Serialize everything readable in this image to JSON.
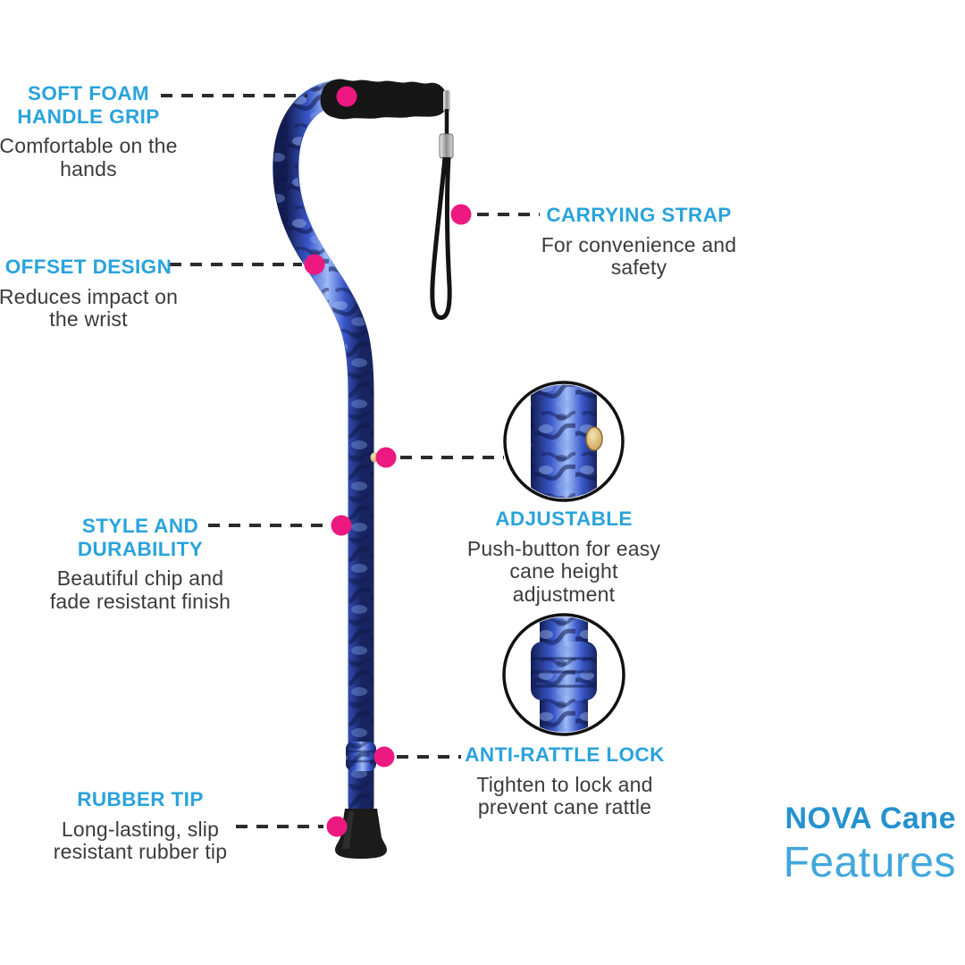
{
  "page": {
    "background": "#ffffff"
  },
  "colors": {
    "accent_blue": "#29A3DC",
    "brand_blue": "#2592CF",
    "brand_light_blue": "#41A7DC",
    "body_text": "#3B3B3D",
    "callout_dot_pink": "#EC1981",
    "cane_navy": "#15205C",
    "cane_royal_blue": "#3A57C9",
    "cane_highlight": "#9FBCF7",
    "handle_black": "#161616",
    "button_gold": "#D9B66F"
  },
  "icons": {
    "callout_dot": "pink-circle-marker",
    "magnifier": "zoom-detail-circle"
  },
  "features": [
    {
      "id": "soft-foam-handle-grip",
      "title": "SOFT FOAM\nHANDLE GRIP",
      "description": "Comfortable on the\nhands"
    },
    {
      "id": "carrying-strap",
      "title": "CARRYING STRAP",
      "description": "For convenience and\nsafety"
    },
    {
      "id": "offset-design",
      "title": "OFFSET DESIGN",
      "description": "Reduces impact on\nthe wrist"
    },
    {
      "id": "adjustable",
      "title": "ADJUSTABLE",
      "description": "Push-button for easy\ncane height adjustment"
    },
    {
      "id": "style-and-durability",
      "title": "STYLE AND\nDURABILITY",
      "description": "Beautiful chip and\nfade resistant finish"
    },
    {
      "id": "anti-rattle-lock",
      "title": "ANTI-RATTLE LOCK",
      "description": "Tighten to lock and\nprevent cane rattle"
    },
    {
      "id": "rubber-tip",
      "title": "RUBBER TIP",
      "description": "Long-lasting, slip\nresistant rubber tip"
    }
  ],
  "brand": {
    "product": "NOVA Cane",
    "subtitle": "Features"
  }
}
